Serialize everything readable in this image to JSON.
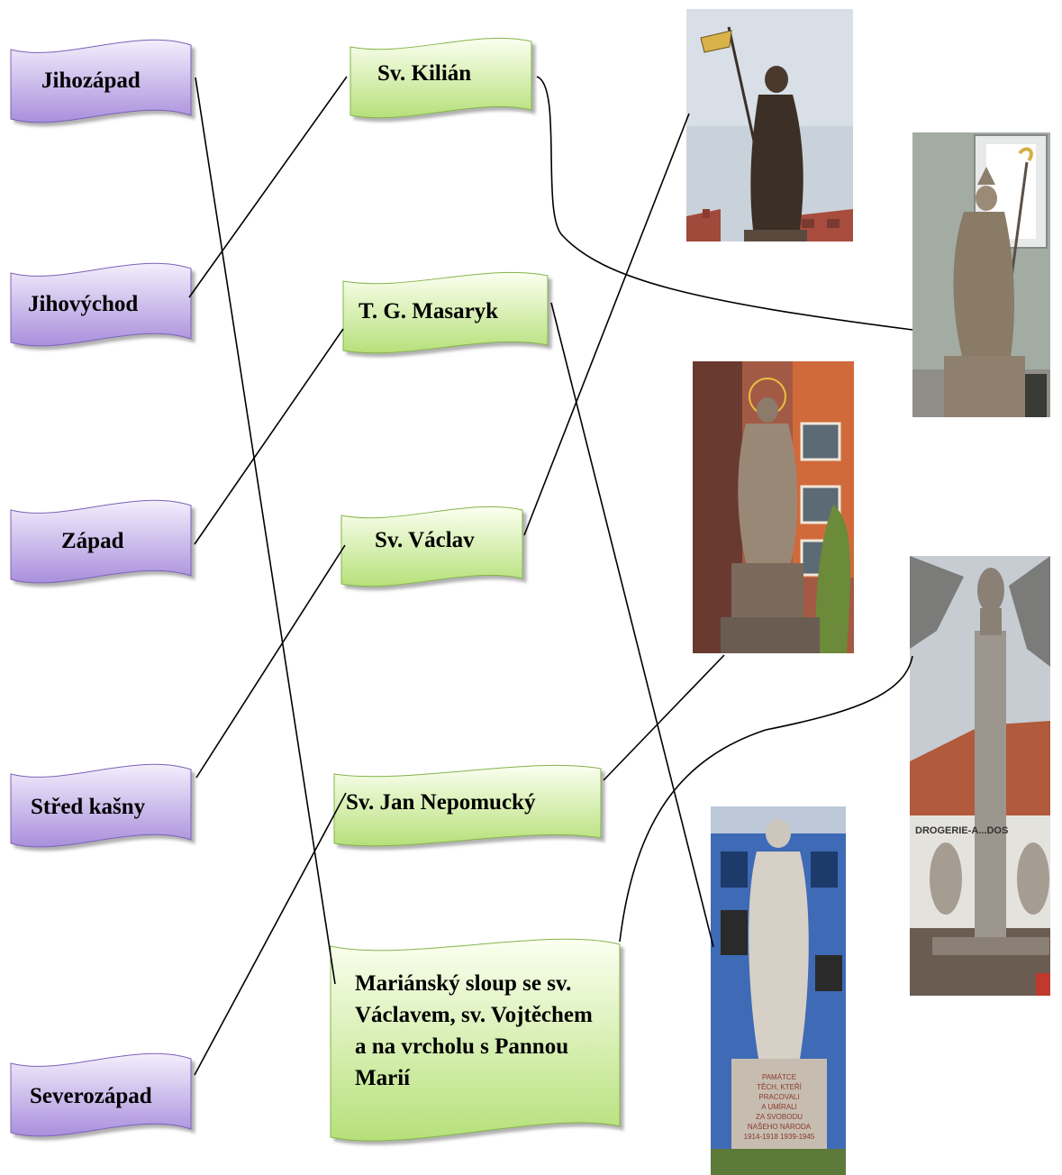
{
  "directions": [
    {
      "id": "jihozapad",
      "label": "Jihozápad"
    },
    {
      "id": "jihovychod",
      "label": "Jihovýchod"
    },
    {
      "id": "zapad",
      "label": "Západ"
    },
    {
      "id": "stred",
      "label": "Střed kašny"
    },
    {
      "id": "severozapad",
      "label": "Severozápad"
    }
  ],
  "monuments": [
    {
      "id": "kilian",
      "label": "Sv. Kilián"
    },
    {
      "id": "masaryk",
      "label": "T. G. Masaryk"
    },
    {
      "id": "vaclav",
      "label": "Sv. Václav"
    },
    {
      "id": "nepomucky",
      "label": "Sv. Jan Nepomucký"
    },
    {
      "id": "marian",
      "label": "Mariánský sloup se sv. Václavem, sv. Vojtěchem a na vrcholu s Pannou Marií"
    }
  ],
  "photos": {
    "masaryk_plaque": [
      "PAMÁTCE",
      "TĚCH, KTEŘÍ",
      "PRACOVALI",
      "A UMÍRALI",
      "ZA SVOBODU",
      "NAŠEHO NÁRODA",
      "1914-1918  1939-1945"
    ],
    "column_sign": "DROGERIE-A...DOS"
  },
  "colors": {
    "direction_fill_top": "#f3eefc",
    "direction_fill_bottom": "#a98fdc",
    "direction_stroke": "#7b62b8",
    "monument_fill_top": "#fbfff0",
    "monument_fill_bottom": "#b6e07a",
    "monument_stroke": "#84b44a",
    "connector": "#000000"
  }
}
